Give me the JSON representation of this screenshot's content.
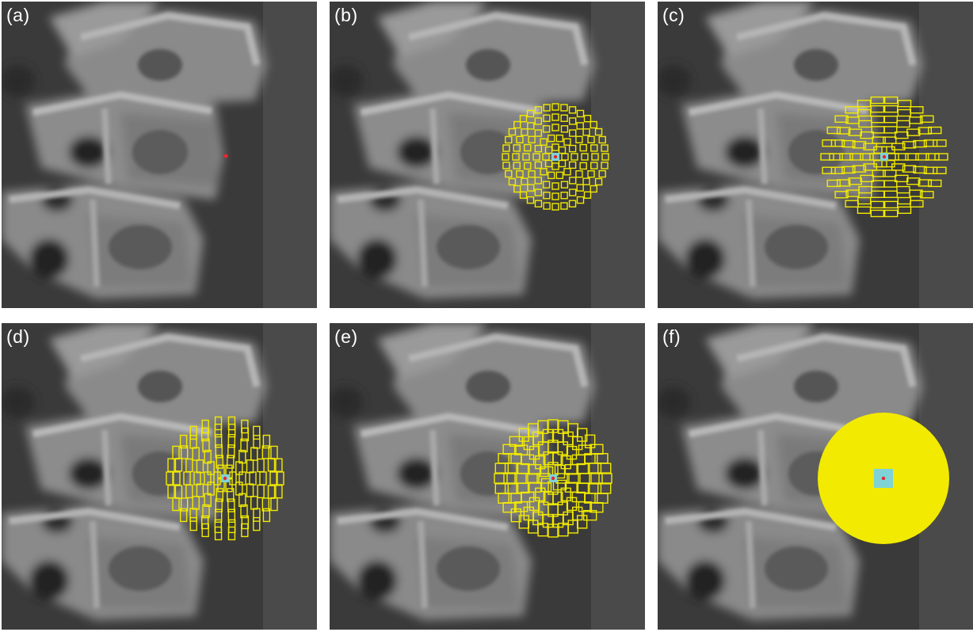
{
  "panels": [
    {
      "id": "a",
      "label": "(a)",
      "pattern": "none"
    },
    {
      "id": "b",
      "label": "(b)",
      "pattern": "rings-small"
    },
    {
      "id": "c",
      "label": "(c)",
      "pattern": "rings-wide"
    },
    {
      "id": "d",
      "label": "(d)",
      "pattern": "rings-tall"
    },
    {
      "id": "e",
      "label": "(e)",
      "pattern": "rings-mixed"
    },
    {
      "id": "f",
      "label": "(f)",
      "pattern": "filled-disk"
    }
  ],
  "colors": {
    "overlay": "#f2ea00",
    "center_box": "#7fd3d6",
    "landmark": "#e8262b",
    "background": "#3b3b3b"
  }
}
